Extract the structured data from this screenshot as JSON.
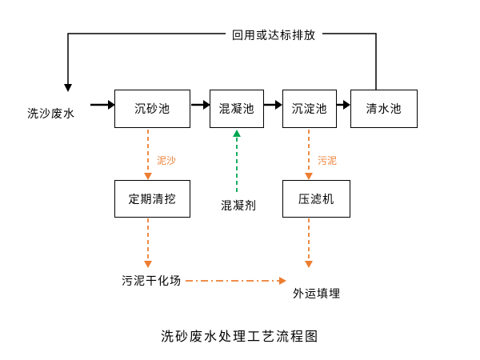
{
  "title": "洗砂废水处理工艺流程图",
  "colors": {
    "orange": "#ED7D31",
    "green": "#00A651",
    "line": "#000000"
  },
  "flow": {
    "influent_label": "洗沙废水",
    "recycle_label": "回用或达标排放",
    "boxes": {
      "grit": "沉砂池",
      "coagulation": "混凝池",
      "sedimentation": "沉淀池",
      "clearwater": "清水池",
      "dredging": "定期清挖",
      "filter_press": "压滤机"
    },
    "labels": {
      "sediment": "泥沙",
      "sludge": "污泥",
      "coagulant": "混凝剂",
      "drying_field": "污泥干化场",
      "landfill": "外运填埋"
    }
  }
}
